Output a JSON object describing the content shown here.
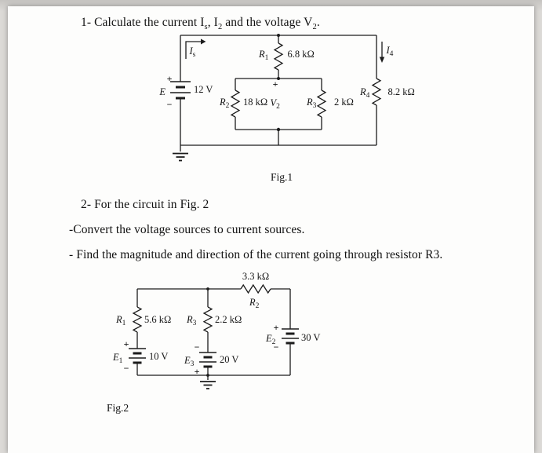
{
  "problem1": {
    "p1": "1- Calculate the current I",
    "s1": "s",
    "p2": ", I",
    "s2": "2",
    "p3": " and the voltage V",
    "s3": "2",
    "p4": "."
  },
  "problem2": {
    "title": "2- For the circuit in Fig. 2",
    "line1": "-Convert the voltage sources to current sources.",
    "line2": "- Find the magnitude and direction of the current going through resistor R3."
  },
  "fig1": {
    "caption": "Fig.1",
    "plus": "+",
    "minus": "−",
    "e": {
      "name": "E",
      "value": "12 V"
    },
    "is": {
      "name": "I",
      "sub": "s"
    },
    "i4": {
      "name": "I",
      "sub": "4"
    },
    "r1": {
      "name": "R",
      "sub": "1",
      "value": "6.8 kΩ"
    },
    "r2": {
      "name": "R",
      "sub": "2",
      "value": "18 kΩ"
    },
    "r3": {
      "name": "R",
      "sub": "3",
      "value": "2 kΩ"
    },
    "r4": {
      "name": "R",
      "sub": "4",
      "value": "8.2 kΩ"
    },
    "v2": {
      "name": "V",
      "sub": "2"
    }
  },
  "fig2": {
    "caption": "Fig.2",
    "plus": "+",
    "minus": "−",
    "r1": {
      "name": "R",
      "sub": "1",
      "value": "5.6 kΩ"
    },
    "r2": {
      "name": "R",
      "sub": "2",
      "value": "3.3 kΩ"
    },
    "r3": {
      "name": "R",
      "sub": "3",
      "value": "2.2 kΩ"
    },
    "e1": {
      "name": "E",
      "sub": "1",
      "value": "10 V"
    },
    "e2": {
      "name": "E",
      "sub": "2",
      "value": "30 V"
    },
    "e3": {
      "name": "E",
      "sub": "3",
      "value": "20 V"
    }
  }
}
